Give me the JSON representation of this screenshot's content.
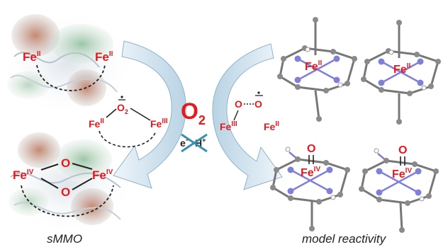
{
  "labels": {
    "fe2": "Fe",
    "fe3": "Fe",
    "fe4": "Fe",
    "ox_ii": "II",
    "ox_iii": "III",
    "ox_iv": "IV",
    "o": "O",
    "o2_sub": "2",
    "o2_main": "O",
    "o2_main_sub": "2",
    "e_minus": "e",
    "e_sign": "−",
    "h_plus": "H",
    "h_sign": "+"
  },
  "captions": {
    "left": "sMMO",
    "right": "model reactivity"
  },
  "colors": {
    "red": "#e8191e",
    "arrow_light": "#d7e8f3",
    "arrow_dark": "#8fb3cb",
    "cross": "#3a8fb0",
    "nitrogen": "#7f80d6",
    "carbon": "#8a8a8a",
    "protein_brown": "#b06a55",
    "protein_green": "#8fb59b"
  },
  "icons": [
    "protein-ribbon-icon",
    "macrocycle-ball-stick-icon",
    "curved-arrow-icon",
    "cross-icon"
  ]
}
